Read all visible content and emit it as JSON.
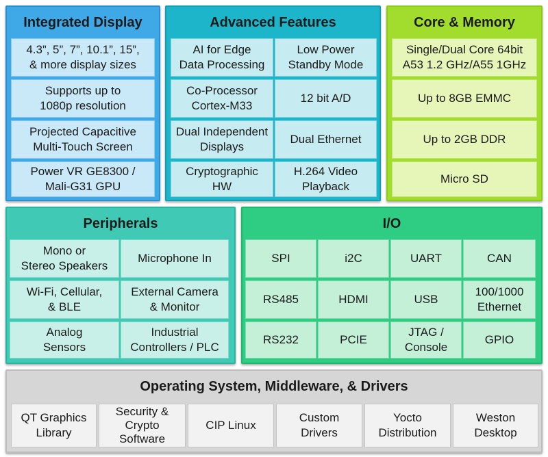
{
  "integrated_display": {
    "title": "Integrated Display",
    "items": [
      "4.3”, 5”, 7”, 10.1”, 15”,\n& more display sizes",
      "Supports up to\n1080p resolution",
      "Projected Capacitive\nMulti-Touch Screen",
      "Power VR GE8300 /\nMali-G31 GPU"
    ]
  },
  "advanced_features": {
    "title": "Advanced Features",
    "items": [
      "AI for Edge\nData Processing",
      "Low Power\nStandby Mode",
      "Co-Processor\nCortex-M33",
      "12 bit A/D",
      "Dual Independent\nDisplays",
      "Dual Ethernet",
      "Cryptographic\nHW",
      "H.264 Video\nPlayback"
    ]
  },
  "core_memory": {
    "title": "Core & Memory",
    "items": [
      "Single/Dual Core 64bit\nA53 1.2 GHz/A55 1GHz",
      "Up to 8GB EMMC",
      "Up to 2GB DDR",
      "Micro SD"
    ]
  },
  "peripherals": {
    "title": "Peripherals",
    "items": [
      "Mono or\nStereo Speakers",
      "Microphone In",
      "Wi-Fi, Cellular,\n& BLE",
      "External Camera\n& Monitor",
      "Analog\nSensors",
      "Industrial\nControllers / PLC"
    ]
  },
  "io": {
    "title": "I/O",
    "items": [
      "SPI",
      "i2C",
      "UART",
      "CAN",
      "RS485",
      "HDMI",
      "USB",
      "100/1000\nEthernet",
      "RS232",
      "PCIE",
      "JTAG /\nConsole",
      "GPIO"
    ]
  },
  "operating_system": {
    "title": "Operating System, Middleware, & Drivers",
    "items": [
      "QT Graphics\nLibrary",
      "Security &\nCrypto\nSoftware",
      "CIP Linux",
      "Custom\nDrivers",
      "Yocto\nDistribution",
      "Weston\nDesktop"
    ]
  },
  "colors": {
    "integrated_display": "#3fa9e8",
    "advanced_features": "#1cb5c9",
    "core_memory": "#a2dc2c",
    "peripherals": "#40c9b5",
    "io": "#2fcc84",
    "operating_system": "#d6d6d6"
  }
}
